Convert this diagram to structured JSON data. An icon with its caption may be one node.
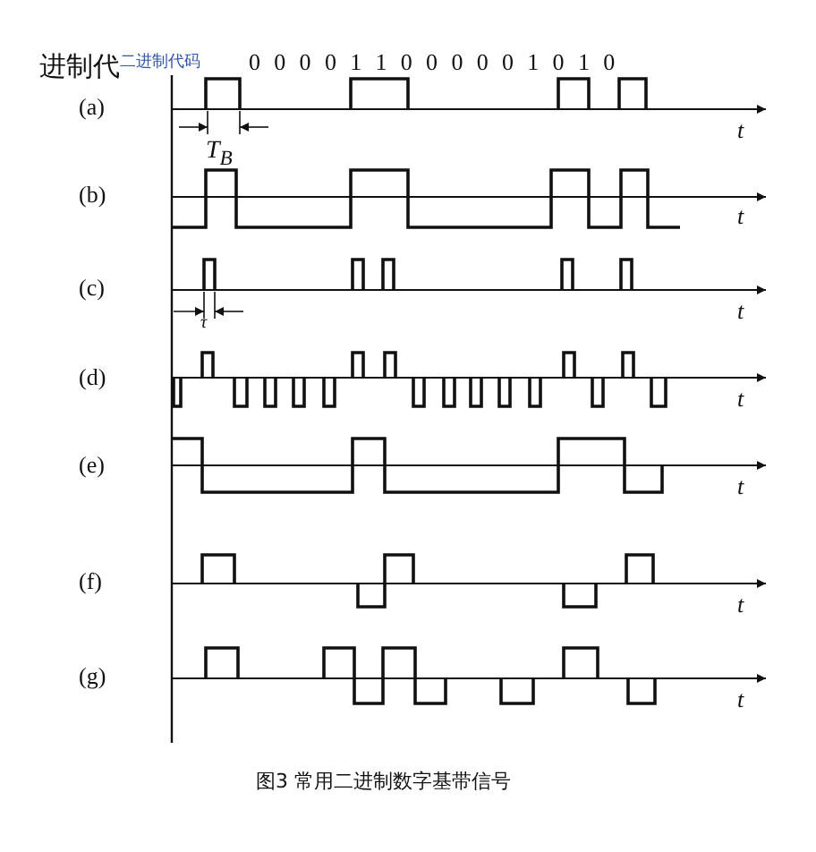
{
  "diagram": {
    "caption": "图3 常用二进制数字基带信号",
    "labels": [
      "进制代",
      "二进制代码",
      "0 0 0 0 1 1 0 0 0 0 0 1 0 1 0",
      "(a)",
      "t",
      "T$_{B}$",
      "(b)",
      "t",
      "(c)",
      "t",
      "τ",
      "(d)",
      "t",
      "(e)",
      "t",
      "(f)",
      "t",
      "(g)",
      "t"
    ]
  }
}
